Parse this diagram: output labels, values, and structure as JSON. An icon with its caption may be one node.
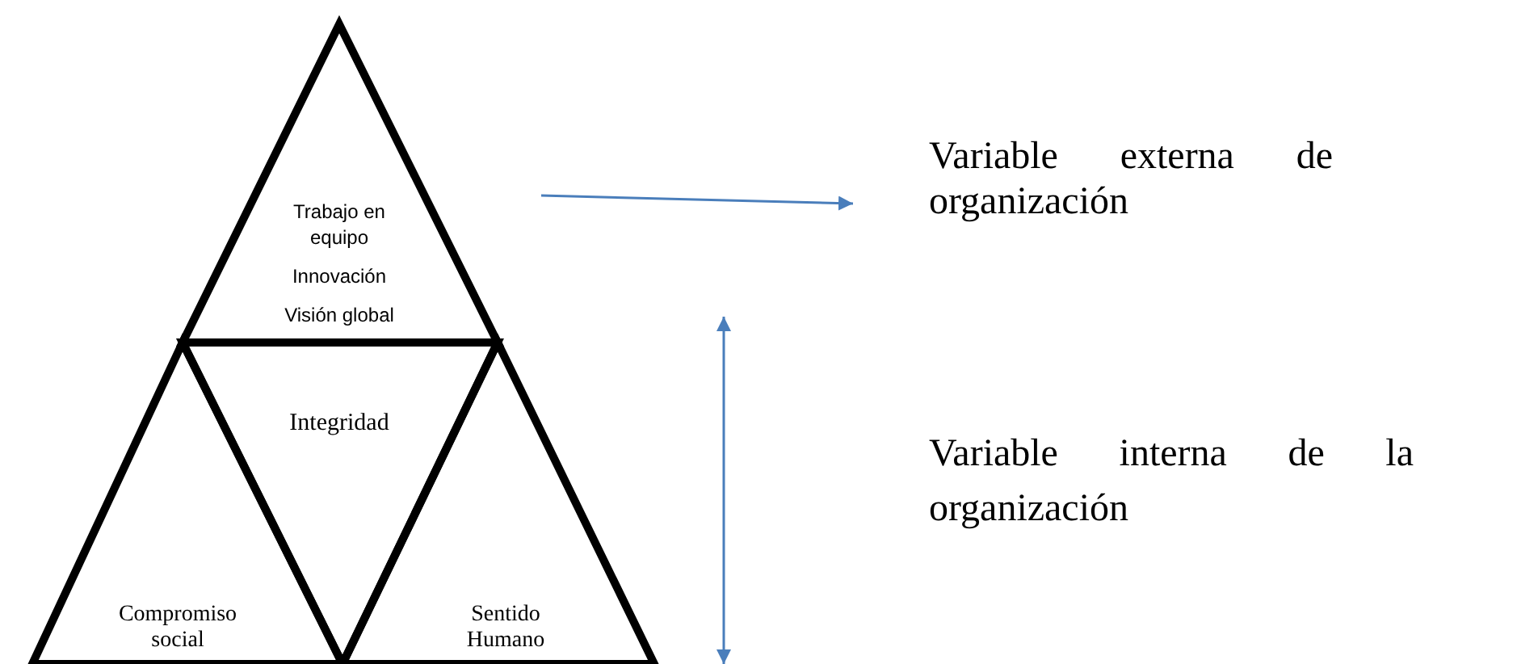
{
  "diagram": {
    "nodes": [
      {
        "text": [
          "Trabajo en equipo",
          "Innovación",
          "Visión global"
        ]
      },
      {
        "text": [
          "Integridad"
        ]
      },
      {
        "text": [
          "Compromiso social"
        ]
      },
      {
        "text": [
          "Sentido Humano"
        ]
      },
      {
        "text": [
          "Variable externa de organización"
        ]
      }
    ],
    "edges": [
      {
        "from": null,
        "to": 4,
        "arrow": "to"
      }
    ],
    "labels": [
      "Variable interna de la organización"
    ]
  }
}
